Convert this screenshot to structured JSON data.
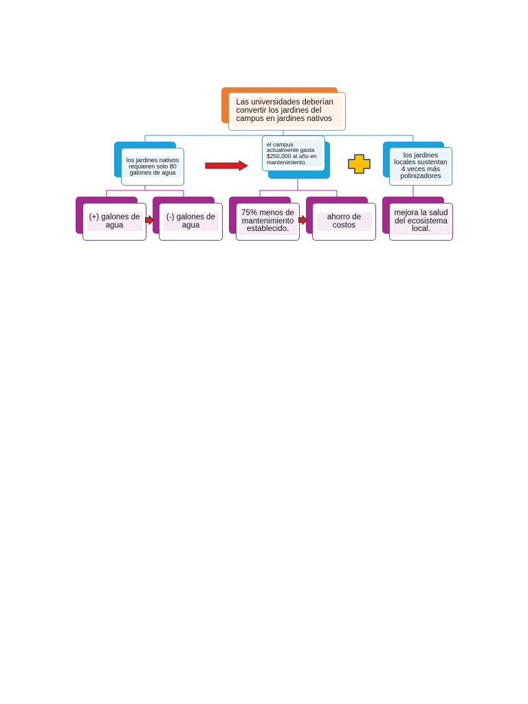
{
  "diagram": {
    "root": "Las universidades deberían convertir los jardines del campus en jardines nativos",
    "branches": [
      {
        "label": "los jardines nativos requieren solo 80 galones de agua",
        "children": [
          "(+) galones de agua",
          "(-) galones de agua"
        ]
      },
      {
        "label": "el campus actualmente gasta $250,000 al año en mantenimiento.",
        "children": [
          "75% menos de mantenimiento establecido.",
          "ahorro de costos"
        ]
      },
      {
        "label": "los jardines locales sustentan 4 veces más polinizadores",
        "children": [
          "mejora la salud del ecosistema local."
        ]
      }
    ]
  },
  "colors": {
    "root_accent": "#ed7d31",
    "branch_accent": "#1ba1dc",
    "leaf_accent": "#a12a8d",
    "arrow": "#e11b22",
    "plus": "#ffc000"
  },
  "icons": [
    "right-arrow-icon",
    "plus-icon"
  ]
}
